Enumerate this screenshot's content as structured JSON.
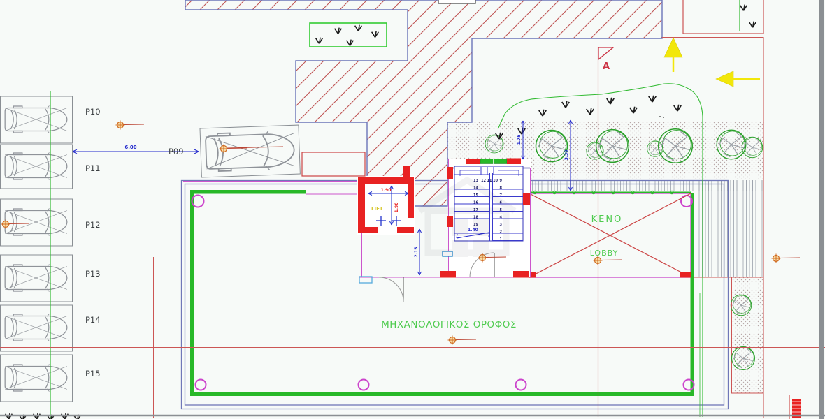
{
  "drawing_title": "ΜΗΧΑΝΟΛΟΓΙΚΟΣ ΟΡΟΦΟΣ",
  "section_marker": "A",
  "rooms": {
    "void": "ΚΕΝΟ",
    "lobby": "LOBBY",
    "lift": "LIFT"
  },
  "parking": {
    "stalls": [
      "P10",
      "P11",
      "P12",
      "P13",
      "P14",
      "P15"
    ],
    "aisle_stall": "P09"
  },
  "dimensions": {
    "aisle_width": "6.00",
    "lift_width": "1.90",
    "lift_depth": "1.90",
    "flight_width": "1.40",
    "corridor_depth": "2.15",
    "planter_depth": "1.75",
    "planter_total": "3.30"
  },
  "stairs": {
    "left_numbers": [
      "13",
      "14",
      "15",
      "16",
      "17",
      "18",
      "19"
    ],
    "top_numbers": [
      "12",
      "11",
      "10"
    ],
    "right_numbers": [
      "9",
      "8",
      "7",
      "6",
      "5",
      "4",
      "3",
      "2",
      "1"
    ]
  },
  "icons": {
    "survey_marker": "circle-cross-marker",
    "grass": "grass-tuft",
    "tree": "tree-canopy",
    "arrow_up": "yellow-arrow-up",
    "arrow_left": "yellow-arrow-left",
    "section_flag": "section-cut-flag",
    "car": "car-top-view"
  },
  "colors": {
    "wall_red": "#e82222",
    "outline_green": "#28b828",
    "label_green": "#4ecb4e",
    "boundary_blue": "#7077b8",
    "dimension_blue": "#2228cc",
    "hatch_red": "#c05555",
    "magenta": "#cc55cc",
    "marker_orange": "#d06b20",
    "section_red": "#cc3344",
    "highlight_yellow": "#f2e70a"
  }
}
